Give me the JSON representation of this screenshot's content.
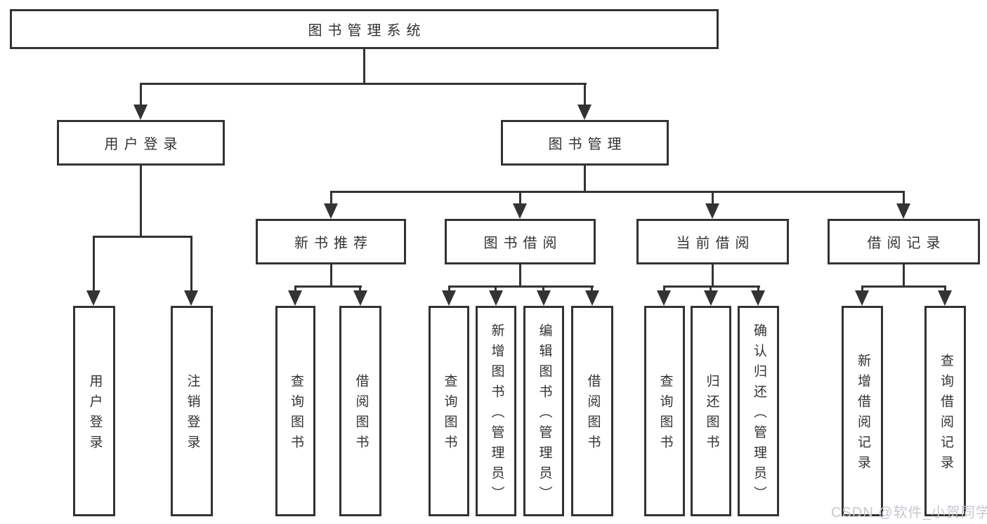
{
  "diagram": {
    "root": {
      "label": "图书管理系统"
    },
    "branches": [
      {
        "label": "用户登录",
        "children": [
          {
            "label": "用户登录"
          },
          {
            "label": "注销登录"
          }
        ]
      },
      {
        "label": "图书管理",
        "children": [
          {
            "label": "新书推荐",
            "children": [
              {
                "label": "查询图书"
              },
              {
                "label": "借阅图书"
              }
            ]
          },
          {
            "label": "图书借阅",
            "children": [
              {
                "label": "查询图书"
              },
              {
                "label": "新增图书（管理员）"
              },
              {
                "label": "编辑图书（管理员）"
              },
              {
                "label": "借阅图书"
              }
            ]
          },
          {
            "label": "当前借阅",
            "children": [
              {
                "label": "查询图书"
              },
              {
                "label": "归还图书"
              },
              {
                "label": "确认归还（管理员）"
              }
            ]
          },
          {
            "label": "借阅记录",
            "children": [
              {
                "label": "新增借阅记录"
              },
              {
                "label": "查询借阅记录"
              }
            ]
          }
        ]
      }
    ]
  },
  "watermark": {
    "text": "CSDN @软件_小贺同学"
  },
  "colors": {
    "line": "#333333",
    "box_fill": "#ffffff",
    "background": "#ffffff",
    "text": "#333333",
    "watermark": "#c6c8ce"
  }
}
